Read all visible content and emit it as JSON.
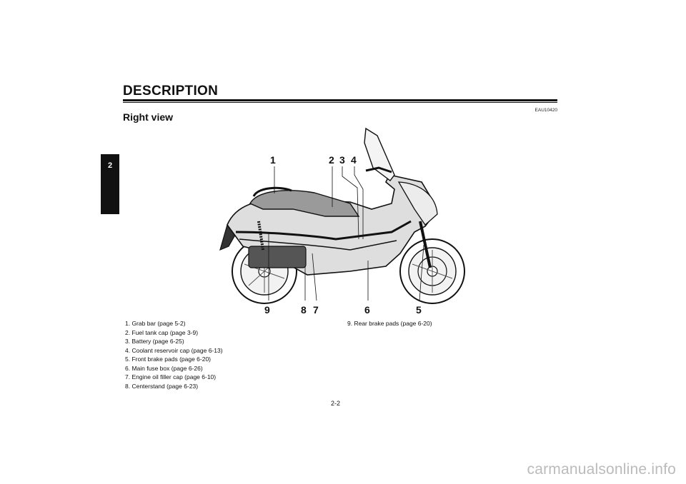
{
  "header": {
    "heading": "DESCRIPTION",
    "chapter_tab": "2",
    "ref_code": "EAU10420"
  },
  "section": {
    "title": "Right view"
  },
  "diagram": {
    "callouts": [
      "1",
      "2",
      "3",
      "4",
      "5",
      "6",
      "7",
      "8",
      "9"
    ]
  },
  "legend": {
    "left": [
      "1.  Grab bar (page 5-2)",
      "2.  Fuel tank cap (page 3-9)",
      "3.  Battery (page 6-25)",
      "4.  Coolant reservoir cap (page 6-13)",
      "5.  Front brake pads (page 6-20)",
      "6.  Main fuse box (page 6-26)",
      "7.  Engine oil filler cap (page 6-10)",
      "8.  Centerstand (page 6-23)"
    ],
    "right": [
      "9.  Rear brake pads (page 6-20)"
    ]
  },
  "footer": {
    "page_number": "2-2",
    "watermark": "carmanualsonline.info"
  }
}
